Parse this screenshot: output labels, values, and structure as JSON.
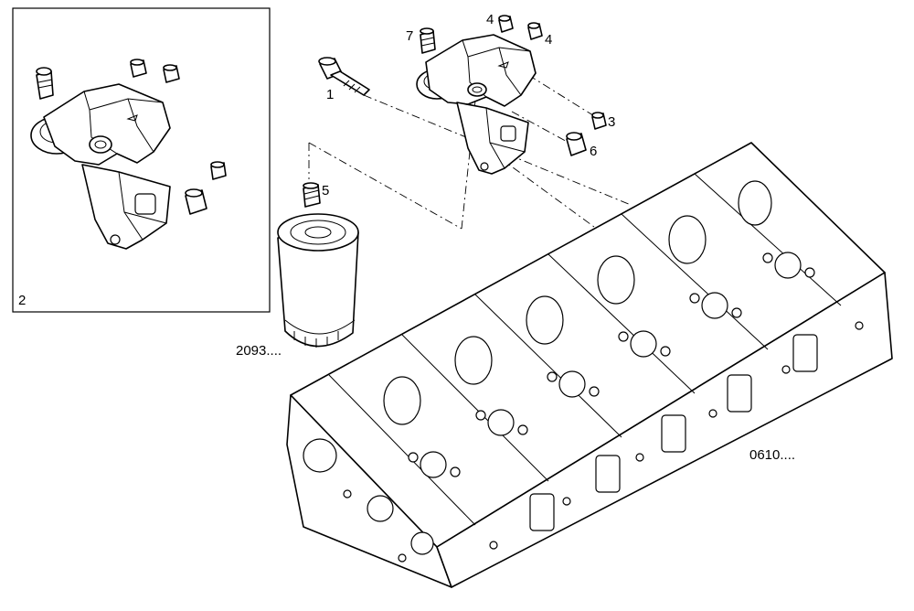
{
  "callouts": {
    "c1": "1",
    "c2": "2",
    "c3": "3",
    "c4a": "4",
    "c4b": "4",
    "c5": "5",
    "c6": "6",
    "c7": "7"
  },
  "references": {
    "filter_ref": "2093....",
    "head_ref": "0610...."
  }
}
